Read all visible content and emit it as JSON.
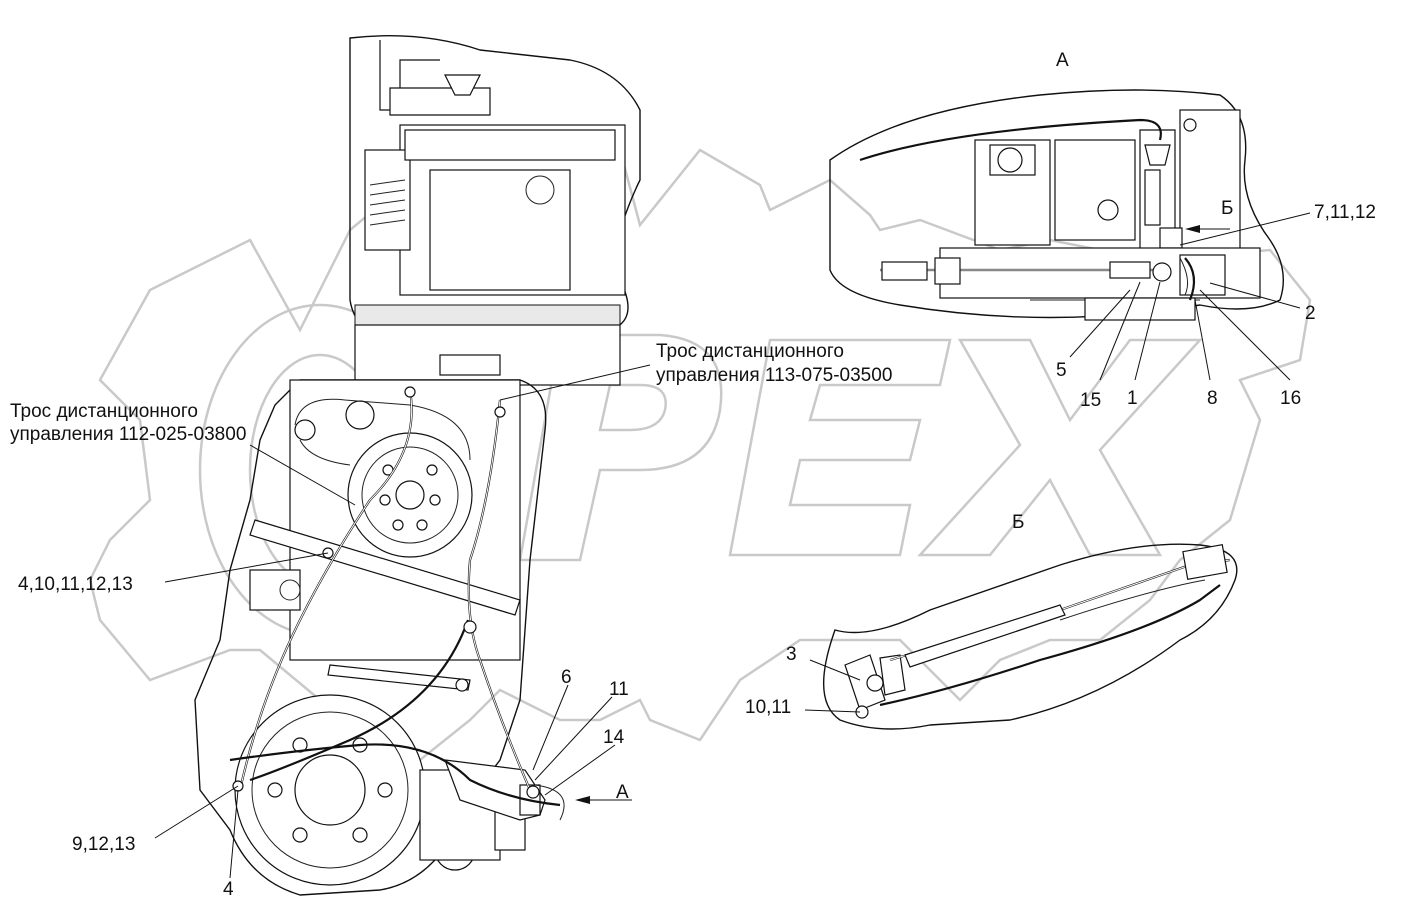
{
  "view_labels": {
    "view_a_title": "А",
    "view_b_title": "Б",
    "arrow_a_label": "А",
    "arrow_b_label": "Б"
  },
  "cable_labels": {
    "cable_1_line1": "Трос дистанционного",
    "cable_1_line2": "управления 112-025-03800",
    "cable_2_line1": "Трос дистанционного",
    "cable_2_line2": "управления 113-075-03500"
  },
  "callouts": {
    "c_7_11_12": "7,11,12",
    "c_2": "2",
    "c_5": "5",
    "c_15": "15",
    "c_1": "1",
    "c_8": "8",
    "c_16": "16",
    "c_4_10_11_12_13": "4,10,11,12,13",
    "c_6": "6",
    "c_11": "11",
    "c_14": "14",
    "c_3": "3",
    "c_10_11": "10,11",
    "c_9_12_13": "9,12,13",
    "c_4": "4"
  },
  "watermark": {
    "text": "OPEX"
  }
}
